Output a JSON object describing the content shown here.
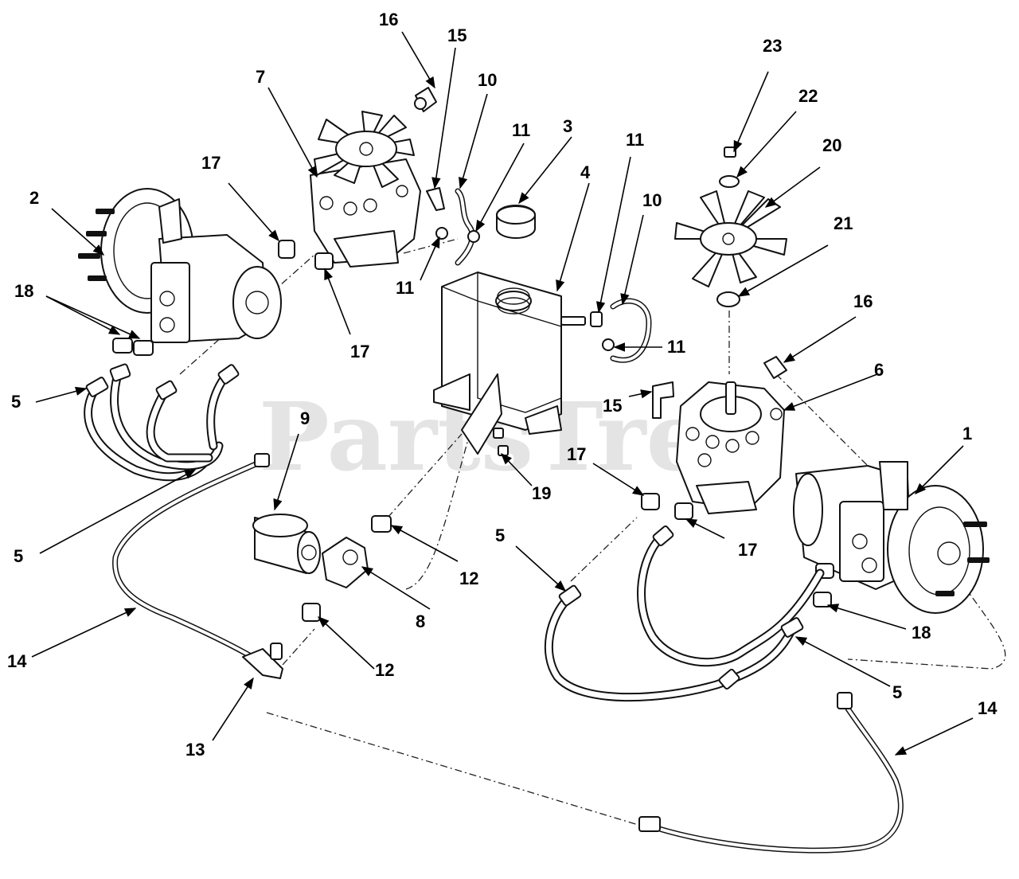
{
  "watermark": "PartsTree",
  "callouts": {
    "c1": "1",
    "c2": "2",
    "c3": "3",
    "c4": "4",
    "c5a": "5",
    "c5b": "5",
    "c5c": "5",
    "c5d": "5",
    "c6": "6",
    "c7": "7",
    "c8": "8",
    "c9": "9",
    "c10a": "10",
    "c10b": "10",
    "c11a": "11",
    "c11b": "11",
    "c11c": "11",
    "c11d": "11",
    "c12a": "12",
    "c12b": "12",
    "c13": "13",
    "c14a": "14",
    "c14b": "14",
    "c15a": "15",
    "c15b": "15",
    "c16a": "16",
    "c16b": "16",
    "c17a": "17",
    "c17b": "17",
    "c17c": "17",
    "c17d": "17",
    "c18a": "18",
    "c18b": "18",
    "c19": "19",
    "c20": "20",
    "c21": "21",
    "c22": "22",
    "c23": "23"
  }
}
